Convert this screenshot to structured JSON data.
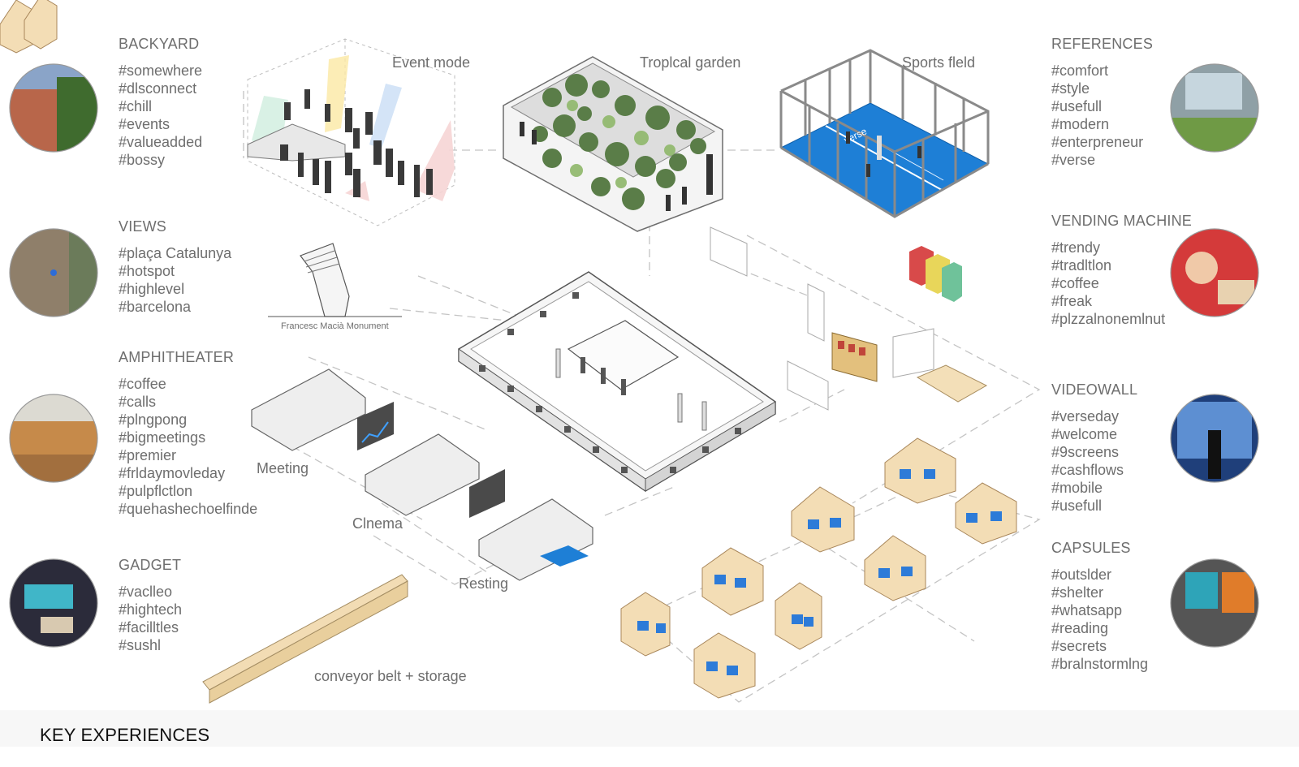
{
  "left_sections": [
    {
      "title": "BACKYARD",
      "tags": [
        "#somewhere",
        "#dlsconnect",
        "#chill",
        "#events",
        "#valueadded",
        "#bossy"
      ]
    },
    {
      "title": "VIEWS",
      "tags": [
        "#plaça Catalunya",
        "#hotspot",
        "#highlevel",
        "#barcelona"
      ]
    },
    {
      "title": "AMPHITHEATER",
      "tags": [
        "#coffee",
        "#calls",
        "#plngpong",
        "#bigmeetings",
        "#premier",
        "#frldaymovleday",
        "#pulpflctlon",
        "#quehashechoelfinde"
      ]
    },
    {
      "title": "GADGET",
      "tags": [
        "#vaclleo",
        "#hightech",
        "#facilltles",
        "#sushl"
      ]
    }
  ],
  "right_sections": [
    {
      "title": "REFERENCES",
      "tags": [
        "#comfort",
        "#style",
        "#usefull",
        "#modern",
        "#enterpreneur",
        "#verse"
      ]
    },
    {
      "title": "VENDING MACHINE",
      "tags": [
        "#trendy",
        "#tradltlon",
        "#coffee",
        "#freak",
        "#plzzalnonemlnut"
      ]
    },
    {
      "title": "VIDEOWALL",
      "tags": [
        "#verseday",
        "#welcome",
        "#9screens",
        "#cashflows",
        "#mobile",
        "#usefull"
      ]
    },
    {
      "title": "CAPSULES",
      "tags": [
        "#outslder",
        "#shelter",
        "#whatsapp",
        "#reading",
        "#secrets",
        "#bralnstormlng"
      ]
    }
  ],
  "scene_labels": {
    "event_mode": "Event mode",
    "tropical_garden": "Troplcal garden",
    "sports_field": "Sports fleld",
    "monument": "Francesc Macià Monument",
    "meeting": "Meeting",
    "cinema": "Clnema",
    "resting": "Resting",
    "conveyor": "conveyor belt + storage"
  },
  "court_text": "verse",
  "footer": "KEY EXPERIENCES",
  "colors": {
    "text": "#6e6e6e",
    "court_blue": "#1e7fd6",
    "capsule_wood": "#f0d9b0",
    "capsule_seat": "#2d7bd8",
    "dashed": "#bdbdbd"
  },
  "icons": [
    "backyard-photo",
    "city-map-photo",
    "amphitheater-photo",
    "gadget-photo",
    "references-photo",
    "vending-photo",
    "videowall-photo",
    "capsules-photo"
  ]
}
